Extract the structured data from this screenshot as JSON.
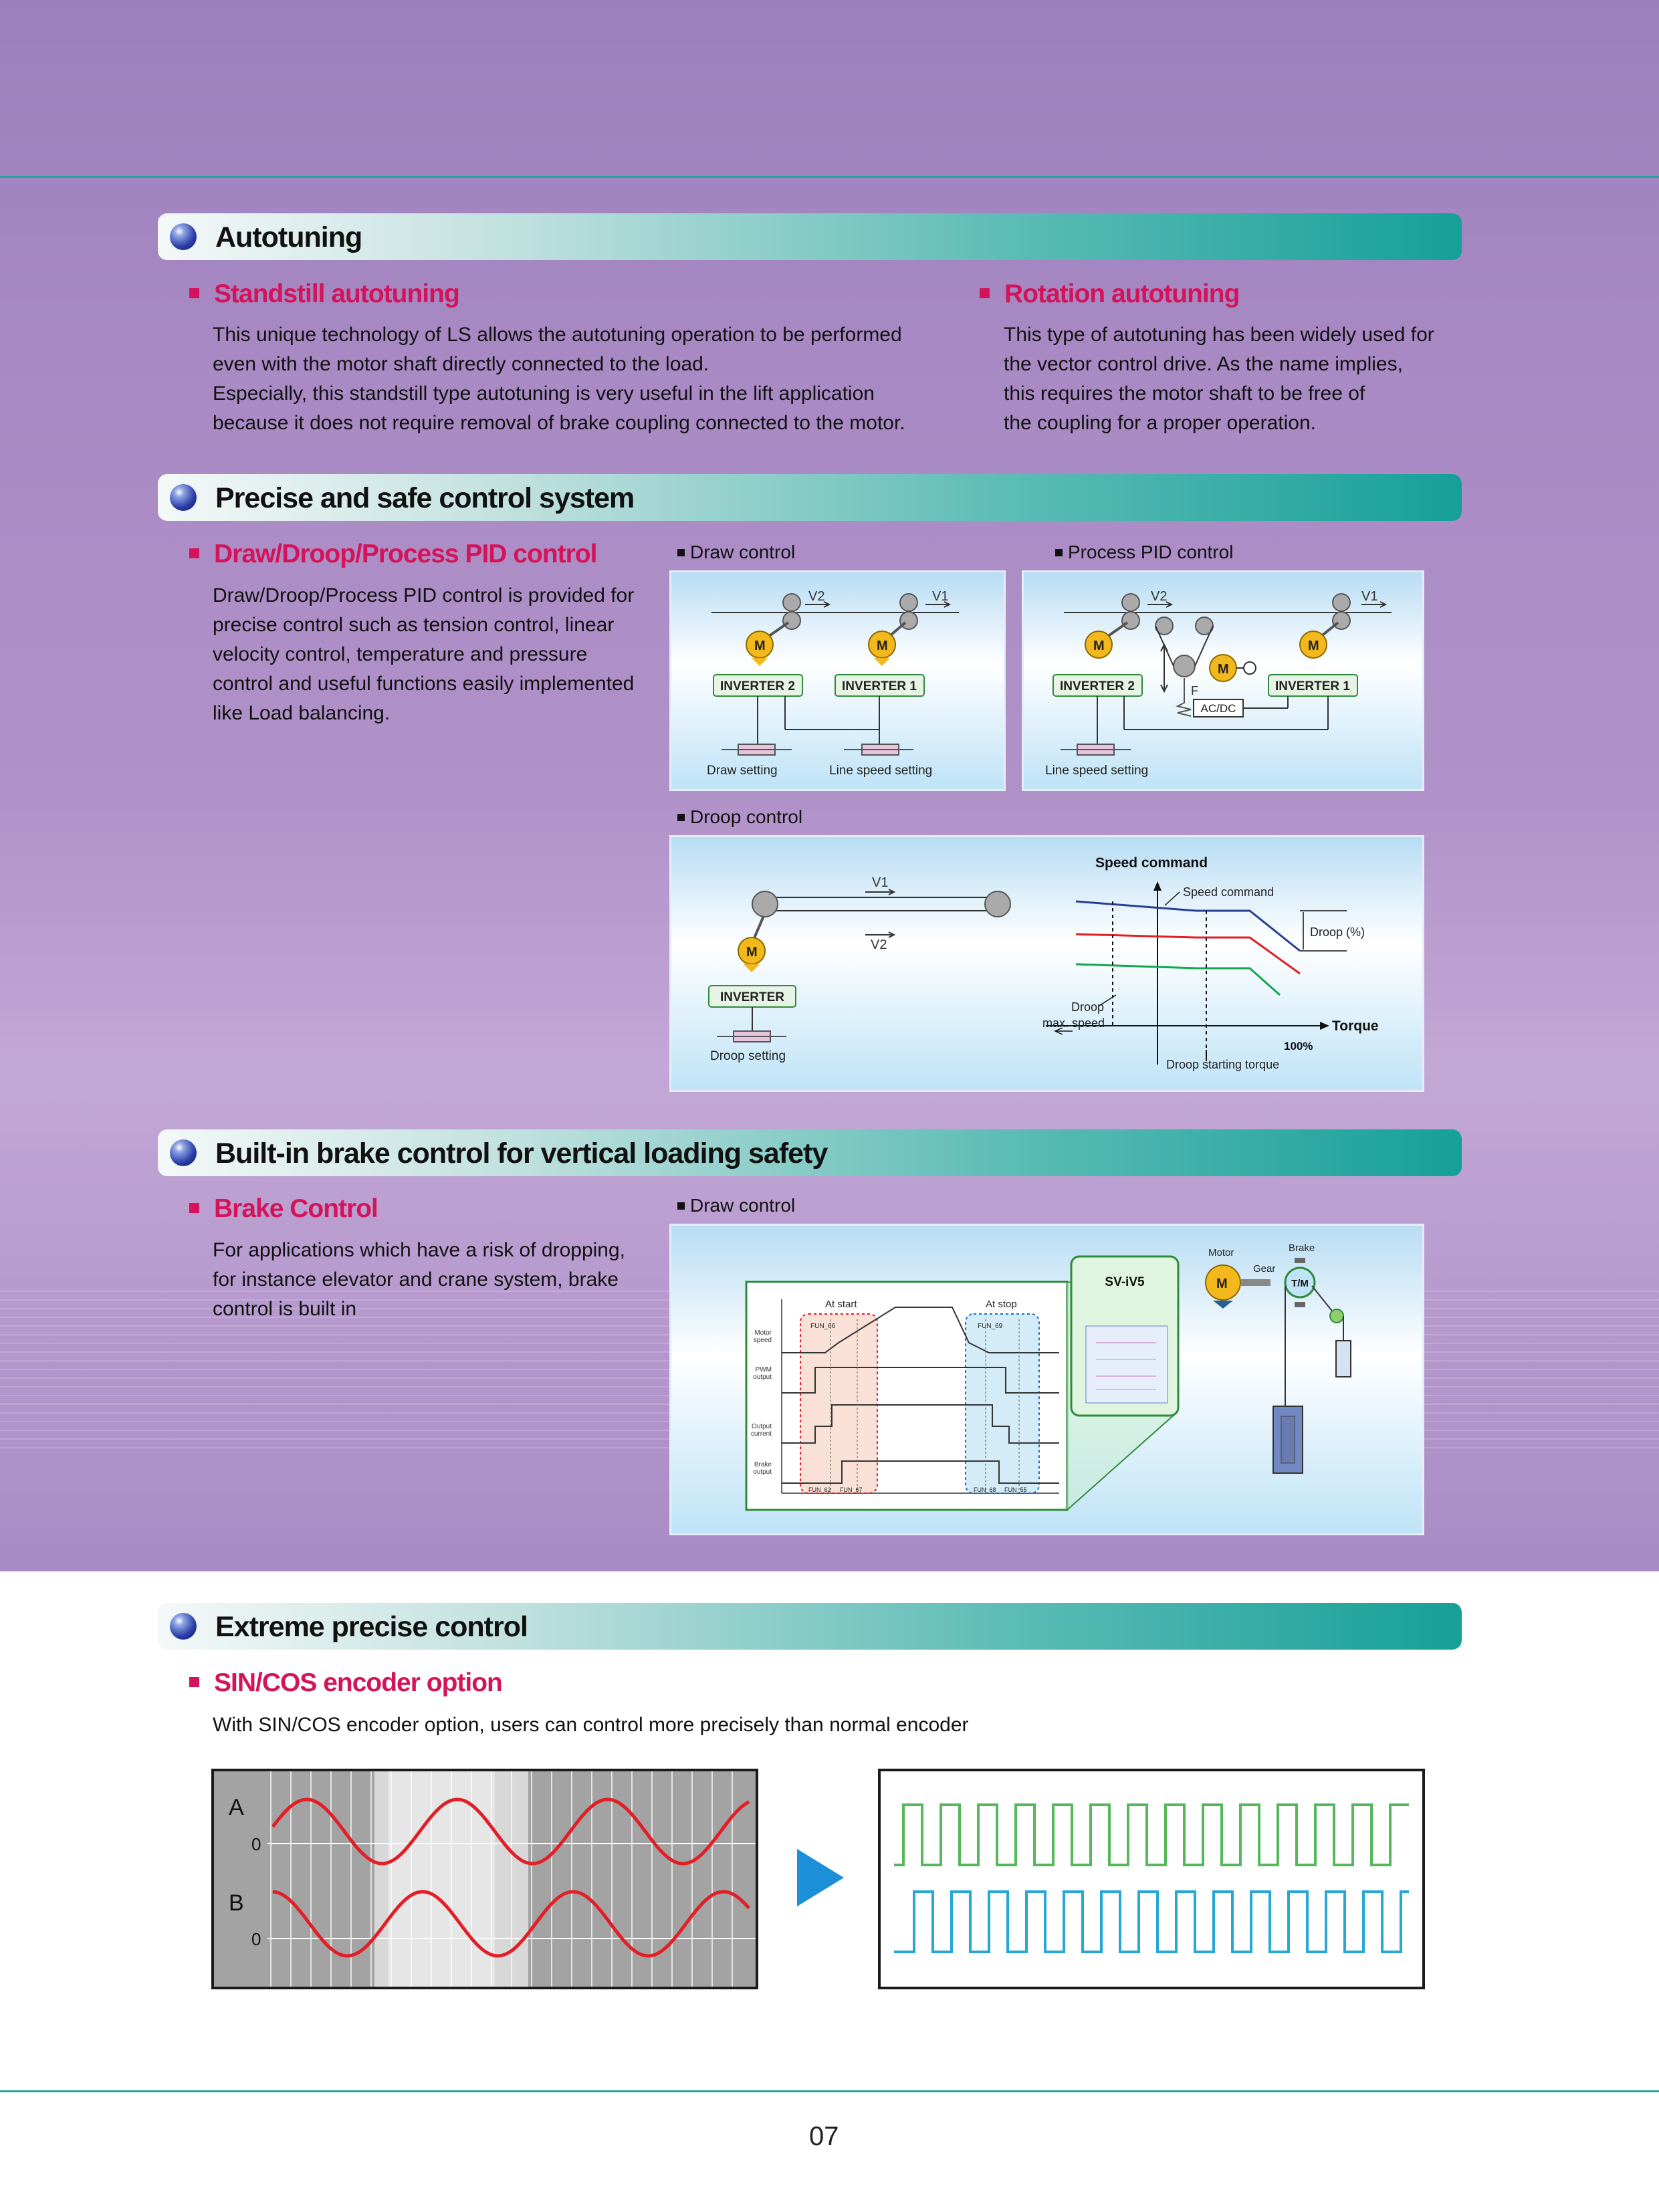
{
  "sections": {
    "autotuning": {
      "title": "Autotuning",
      "standstill": {
        "title": "Standstill autotuning",
        "lines": [
          "This unique technology of LS allows the autotuning operation to be performed",
          "even with the motor shaft directly connected to the load.",
          "Especially, this standstill type autotuning is very useful in the lift application",
          "because it does not require removal of brake coupling connected to the motor."
        ]
      },
      "rotation": {
        "title": "Rotation autotuning",
        "lines": [
          "This type of autotuning has been widely used for",
          "the vector control drive. As the name implies,",
          "this requires the motor shaft to be free of",
          "the coupling for a proper operation."
        ]
      }
    },
    "precise": {
      "title": "Precise and safe control system",
      "pid": {
        "title": "Draw/Droop/Process PID control",
        "lines": [
          "Draw/Droop/Process PID control is provided for",
          "precise control such as tension control, linear",
          "velocity control, temperature and pressure",
          "control and useful functions easily implemented",
          "like Load balancing."
        ]
      },
      "draw_caption": "Draw control",
      "pid_caption": "Process PID control",
      "droop_caption": "Droop control",
      "draw_diagram": {
        "v1": "V1",
        "v2": "V2",
        "motor": "M",
        "inverter2": "INVERTER 2",
        "inverter1": "INVERTER 1",
        "draw_setting": "Draw setting",
        "line_speed_setting": "Line speed setting"
      },
      "pid_diagram": {
        "v1": "V1",
        "v2": "V2",
        "motor": "M",
        "inverter2": "INVERTER 2",
        "inverter1": "INVERTER 1",
        "acdc": "AC/DC",
        "force": "F",
        "line_speed_setting": "Line speed setting"
      },
      "droop_diagram": {
        "v1": "V1",
        "v2": "V2",
        "motor": "M",
        "inverter": "INVERTER",
        "droop_setting": "Droop setting",
        "speed_command_axis": "Speed command",
        "speed_command": "Speed command",
        "droop_pct": "Droop (%)",
        "droop_max_line1": "Droop",
        "droop_max_line2": "max. speed",
        "torque": "Torque",
        "hundred_pct": "100%",
        "droop_start": "Droop starting torque"
      }
    },
    "brake": {
      "title": "Built-in brake control for vertical loading safety",
      "control": {
        "title": "Brake Control",
        "lines": [
          "For applications which have a risk of dropping,",
          "for instance elevator and crane system, brake",
          "control is built in"
        ]
      },
      "caption": "Draw control",
      "diagram": {
        "at_start": "At start",
        "at_stop": "At stop",
        "fun66": "FUN_66",
        "fun69": "FUN_69",
        "motor_speed_1": "Motor",
        "motor_speed_2": "speed",
        "pwm_1": "PWM",
        "pwm_2": "output",
        "output_current_1": "Output",
        "output_current_2": "current",
        "brake_output_1": "Brake",
        "brake_output_2": "output",
        "bottom_labels": [
          "FUN_62",
          "FUN_67",
          "FUN_68",
          "FUN_55"
        ],
        "drive": "SV-iV5",
        "motor_label": "Motor",
        "motor": "M",
        "gear": "Gear",
        "brake": "Brake",
        "tm": "T/M"
      }
    },
    "extreme": {
      "title": "Extreme precise control",
      "encoder": {
        "title": "SIN/COS encoder option",
        "text": "With SIN/COS encoder option, users can control more precisely than normal encoder"
      },
      "signal": {
        "a_label": "A",
        "b_label": "B",
        "zero_a": "0",
        "zero_b": "0"
      }
    }
  },
  "colors": {
    "accent_pink": "#d4145a",
    "teal": "#16a098",
    "sine_red": "#e21e26",
    "pulse_green": "#55b95b",
    "pulse_blue": "#27a7d6",
    "play_blue": "#1b8fd8"
  },
  "page_number": "07"
}
